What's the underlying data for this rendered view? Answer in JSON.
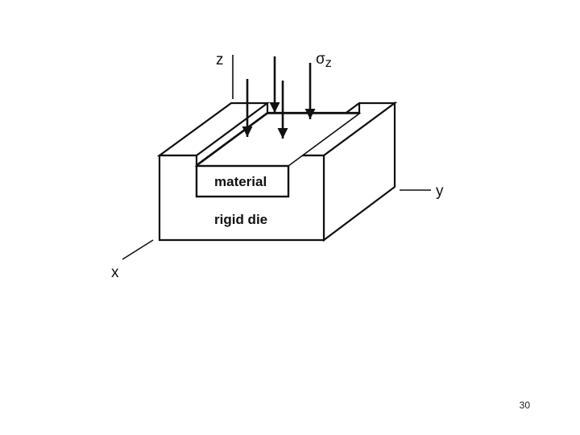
{
  "diagram": {
    "axis_z": "z",
    "axis_y": "y",
    "axis_x": "x",
    "stress_symbol": "σ",
    "stress_subscript": "z",
    "material_label": "material",
    "die_label": "rigid die"
  },
  "page": {
    "number": "30"
  },
  "colors": {
    "ink": "#111111",
    "background": "#ffffff"
  }
}
